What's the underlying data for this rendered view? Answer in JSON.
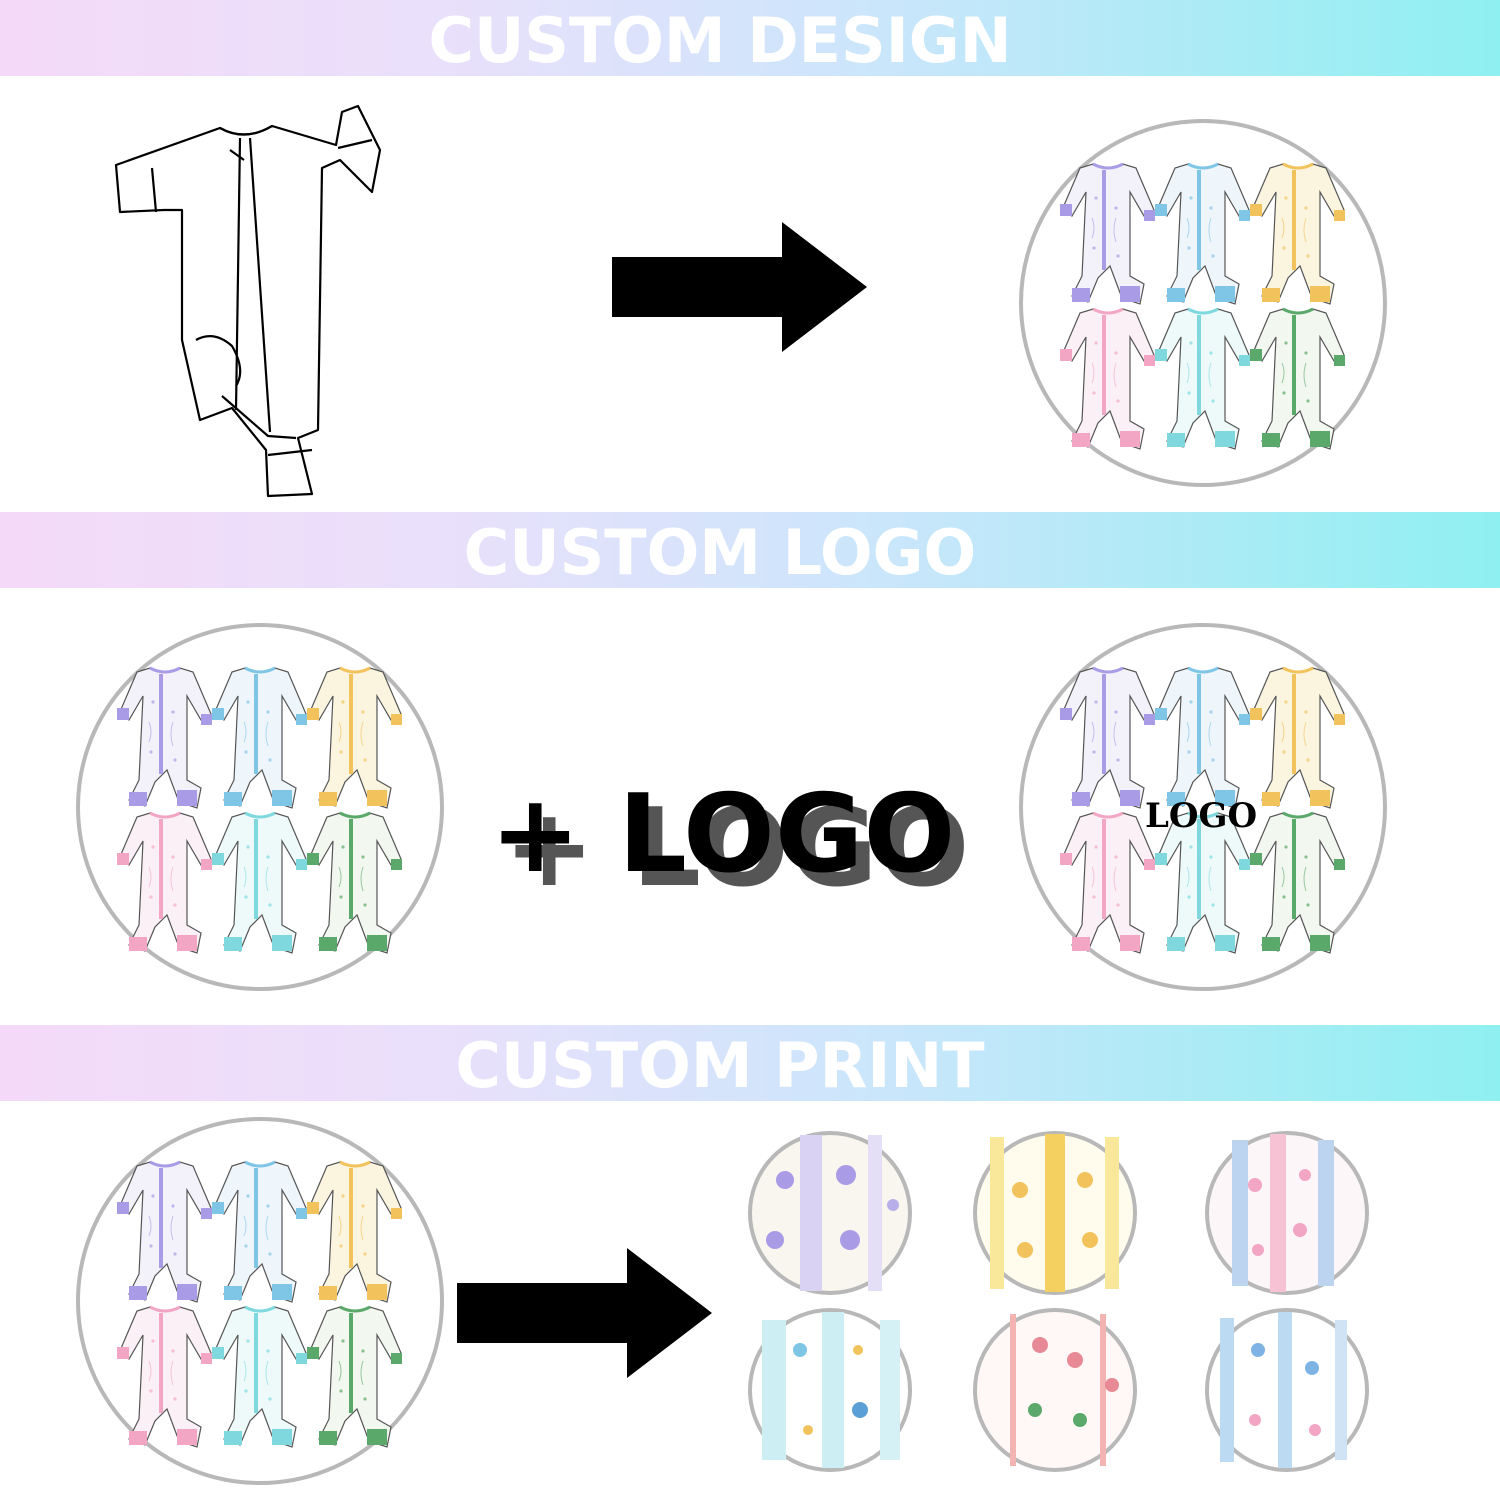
{
  "sections": [
    {
      "title": "CUSTOM DESIGN"
    },
    {
      "title": "CUSTOM LOGO"
    },
    {
      "title": "CUSTOM PRINT"
    }
  ],
  "logo_step": {
    "plus_text": "+ LOGO",
    "stamp_text": "LOGO"
  },
  "colors": {
    "banner_gradient": [
      "#f4daf8",
      "#e9e0fb",
      "#c9e6fb",
      "#8ff0f1"
    ],
    "arrow": "#000000",
    "circle_border": "#b8b8b8",
    "variants": [
      "#a99be6",
      "#7fc6e6",
      "#f2c35c",
      "#f3a6c4",
      "#7fd8de",
      "#5aa86a"
    ]
  },
  "icons": {
    "sketch": "romper-outline-sketch",
    "arrow": "right-arrow-icon",
    "swatch_patterns": [
      "lavender-floral-lace",
      "yellow-daisy-stripe",
      "pink-blue-floral-stripe",
      "blue-floral-stripe",
      "pink-bow-floral",
      "blue-bow-tulip"
    ]
  }
}
